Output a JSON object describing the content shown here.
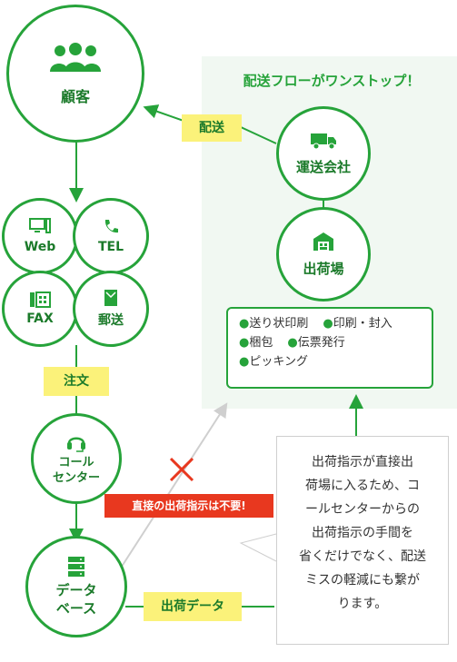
{
  "panel_title": "配送フローがワンストップ！",
  "customer": {
    "label": "顧客",
    "icon": "people-icon"
  },
  "channels": [
    {
      "label": "Web",
      "icon": "monitor-icon"
    },
    {
      "label": "TEL",
      "icon": "phone-icon"
    },
    {
      "label": "FAX",
      "icon": "fax-icon"
    },
    {
      "label": "郵送",
      "icon": "envelope-icon"
    }
  ],
  "order_tag": "注文",
  "call_center": {
    "line1": "コール",
    "line2": "センター",
    "icon": "headset-icon"
  },
  "database": {
    "line1": "データ",
    "line2": "ベース",
    "icon": "database-icon"
  },
  "delivery_tag": "配送",
  "transport": {
    "label": "運送会社",
    "icon": "truck-icon"
  },
  "warehouse": {
    "label": "出荷場",
    "icon": "warehouse-icon"
  },
  "warehouse_tasks": [
    "送り状印刷",
    "印刷・封入",
    "梱包",
    "伝票発行",
    "ピッキング"
  ],
  "no_direct_tag": "直接の出荷指示は不要!",
  "shipping_data_tag": "出荷データ",
  "explanation_lines": [
    "出荷指示が直接出",
    "荷場に入るため、コ",
    "ールセンターからの",
    "出荷指示の手間を",
    "省くだけでなく、配送",
    "ミスの軽減にも繋が",
    "ります。"
  ],
  "colors": {
    "green": "#26a33a",
    "panel": "#f1f8f2",
    "yellow": "#fbf27a",
    "red": "#e8381f"
  }
}
